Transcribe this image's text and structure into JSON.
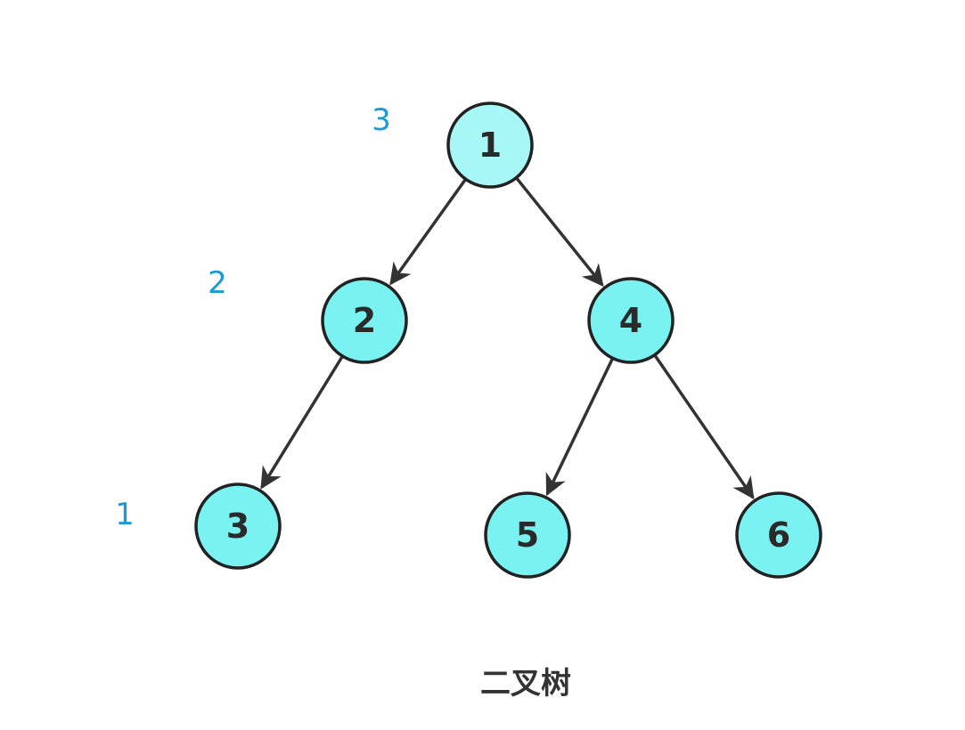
{
  "diagram": {
    "caption": "二叉树",
    "nodes": [
      {
        "id": "n1",
        "label": "1",
        "root": true
      },
      {
        "id": "n2",
        "label": "2"
      },
      {
        "id": "n4",
        "label": "4"
      },
      {
        "id": "n3",
        "label": "3"
      },
      {
        "id": "n5",
        "label": "5"
      },
      {
        "id": "n6",
        "label": "6"
      }
    ],
    "edges": [
      {
        "from": "n1",
        "to": "n2"
      },
      {
        "from": "n1",
        "to": "n4"
      },
      {
        "from": "n2",
        "to": "n3"
      },
      {
        "from": "n4",
        "to": "n5"
      },
      {
        "from": "n4",
        "to": "n6"
      }
    ],
    "level_labels": [
      "3",
      "2",
      "1"
    ]
  },
  "colors": {
    "node_fill": "#7af2f2",
    "root_fill": "#a8f7f7",
    "node_stroke": "#222222",
    "level_label": "#1a9ad6"
  }
}
